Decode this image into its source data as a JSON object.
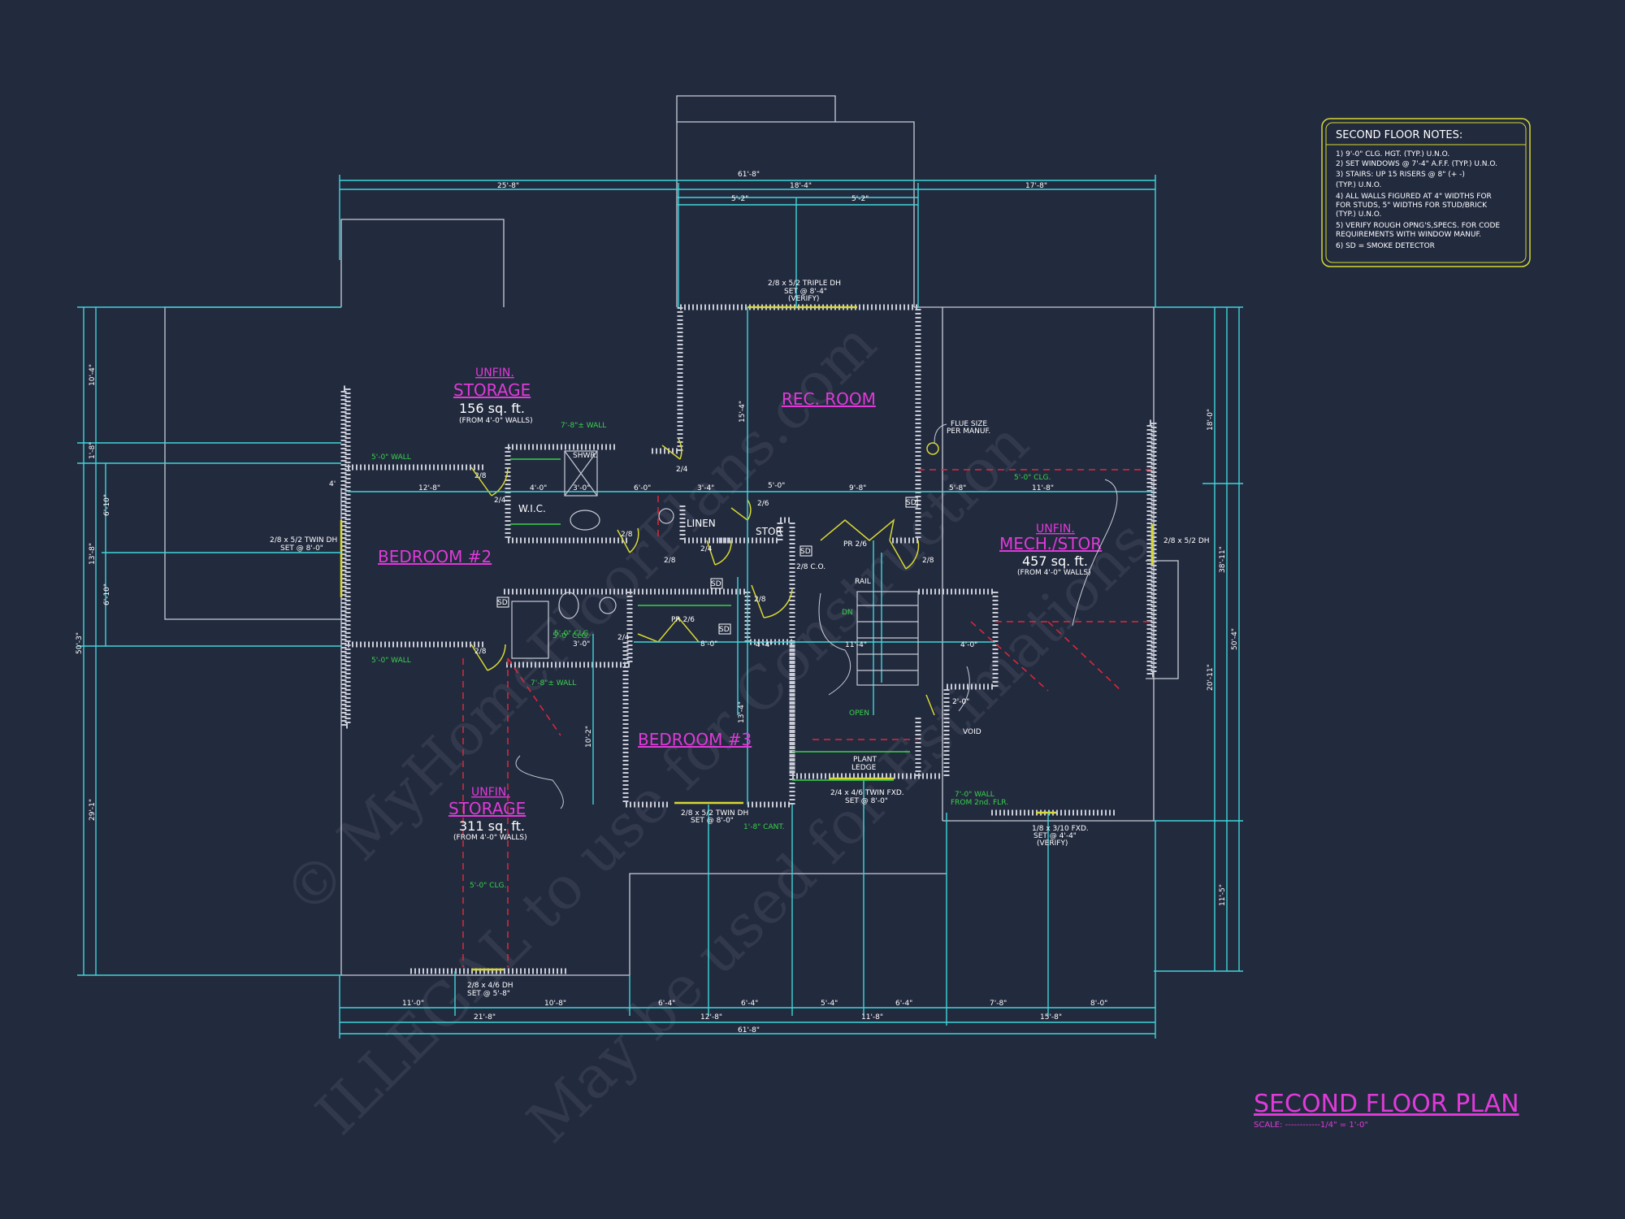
{
  "drawing_title": "SECOND FLOOR PLAN",
  "scale_label": "SCALE: ------------1/4\" = 1'-0\"",
  "notes": {
    "title": "SECOND FLOOR NOTES:",
    "items": [
      "1) 9'-0\"  CLG. HGT. (TYP.) U.N.O.",
      "2) SET WINDOWS @ 7'-4\" A.F.F. (TYP.) U.N.O.",
      "3) STAIRS: UP 15 RISERS @ 8\" (+ -)",
      "   (TYP.) U.N.O.",
      "4) ALL WALLS FIGURED AT 4\" WIDTHS FOR",
      "   FOR STUDS, 5\" WIDTHS FOR STUD/BRICK",
      "   (TYP.) U.N.O.",
      "5) VERIFY ROUGH OPNG'S,SPECS. FOR CODE",
      "   REQUIREMENTS WITH WINDOW MANUF.",
      "6) SD = SMOKE DETECTOR"
    ]
  },
  "rooms": {
    "storage1": {
      "unfin": "UNFIN.",
      "name": "STORAGE",
      "area": "156 sq. ft.",
      "note": "(FROM 4'-0\" WALLS)"
    },
    "rec_room": "REC. ROOM",
    "bedroom2": "BEDROOM #2",
    "bedroom3": "BEDROOM #3",
    "mech": {
      "unfin": "UNFIN.",
      "name": "MECH./STOR",
      "area": "457 sq. ft.",
      "note": "(FROM 4'-0\" WALLS)"
    },
    "storage2": {
      "unfin": "UNFIN.",
      "name": "STORAGE",
      "area": "311 sq. ft.",
      "note": "(FROM 4'-0\" WALLS)"
    },
    "wic": "W.I.C.",
    "linen": "LINEN",
    "stor": "STOR",
    "shwr": "SHWR."
  },
  "callouts": {
    "win_top": [
      "2/8 x 5/2 TRIPLE DH",
      "SET @ 8'-4\"",
      "(VERIFY)"
    ],
    "win_bed2": [
      "2/8 x 5/2 TWIN DH",
      "SET @ 8'-0\""
    ],
    "win_right": "2/8 x 5/2 DH",
    "win_bed3": [
      "2/8 x 5/2 TWIN DH",
      "SET @ 8'-0\""
    ],
    "win_fxd": [
      "2/4 x 4/6 TWIN FXD.",
      "SET @ 8'-0\""
    ],
    "win_fxd2": [
      "1/8 x 3/10 FXD.",
      "SET @ 4'-4\"",
      "(VERIFY)"
    ],
    "win_bottom": [
      "2/8 x 4/6 DH",
      "SET @ 5'-8\""
    ],
    "flue": [
      "FLUE SIZE",
      "PER MANUF."
    ],
    "plant": [
      "PLANT",
      "LEDGE"
    ],
    "void": "VOID",
    "rail": "RAIL",
    "open": "OPEN",
    "dn": "DN",
    "co": "2/8 C.O.",
    "pr1": "PR 2/6",
    "pr2": "PR 2/6",
    "cant": "1'-8\" CANT.",
    "wall_78": "7'-8\"± WALL",
    "wall_50a": "5'-0\" WALL",
    "wall_50b": "5'-0\" WALL",
    "wall_78b": "7'-8\"± WALL",
    "wall_70": [
      "7'-0\" WALL",
      "FROM 2nd. FLR."
    ],
    "clg_a": "5'-0\" CLG.",
    "clg_b": "5'-0\" CLG.",
    "clg_c": "5'-0\" CLG.",
    "sd": "SD"
  },
  "dims_top": {
    "overall": "61'-8\"",
    "left": "25'-8\"",
    "mid": "18'-4\"",
    "right": "17'-8\"",
    "sub1": "5'-2\"",
    "sub2": "5'-2\""
  },
  "dims_bottom": {
    "row1": [
      "11'-0\"",
      "10'-8\"",
      "6'-4\"",
      "6'-4\"",
      "5'-4\"",
      "6'-4\"",
      "7'-8\"",
      "8'-0\""
    ],
    "row2": [
      "21'-8\"",
      "12'-8\"",
      "11'-8\"",
      "15'-8\""
    ],
    "overall": "61'-8\""
  },
  "dims_left": [
    "10'-4\"",
    "1'-8\"",
    "6'-10\"",
    "13'-8\"",
    "6'-10\"",
    "50'-3\"",
    "29'-1\""
  ],
  "dims_right": [
    "18'-0\"",
    "38'-11\"",
    "50'-4\"",
    "20'-11\"",
    "11'-5\""
  ],
  "dims_inner": [
    "12'-8\"",
    "4'-0\"",
    "3'-0\"",
    "6'-0\"",
    "3'-4\"",
    "5'-0\"",
    "9'-8\"",
    "5'-8\"",
    "11'-8\"",
    "8'-0\"",
    "4'-4\"",
    "11'-4\"",
    "4'-0\"",
    "2'-0\"",
    "13'-4\"",
    "10'-2\"",
    "15'-4\"",
    "5'-0\" CLG.",
    "3'-0\"",
    "4'"
  ],
  "door_tags": [
    "2/8",
    "2/4",
    "2/4",
    "2/6",
    "2/4",
    "2/8",
    "2/8",
    "2/8",
    "2/8",
    "2/4",
    "2/8"
  ],
  "watermark": [
    "© MyHomeFloorPlans.com",
    "ILLEGAL to use for Construction",
    "May be used for Estimations"
  ]
}
